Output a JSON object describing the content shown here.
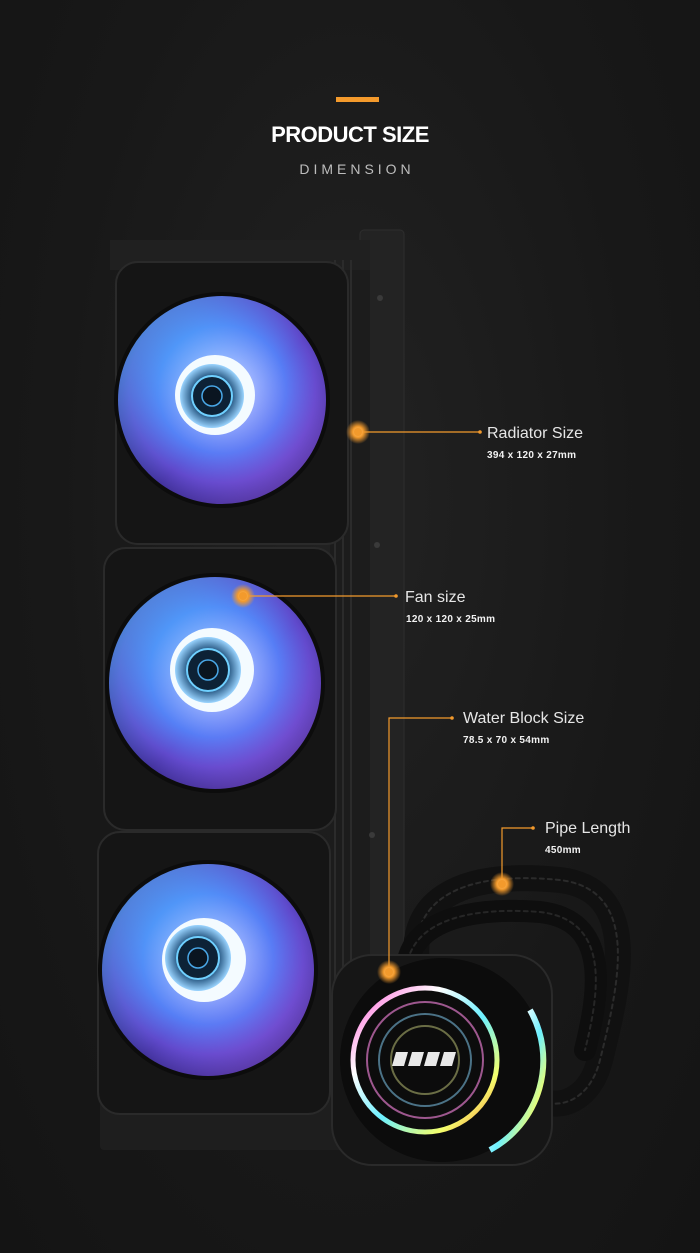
{
  "header": {
    "title": "PRODUCT SIZE",
    "subtitle": "DIMENSION",
    "accent_color": "#f39a2c"
  },
  "specs": [
    {
      "label": "Radiator Size",
      "value": "394 x 120 x 27mm"
    },
    {
      "label": "Fan size",
      "value": "120 x 120 x 25mm"
    },
    {
      "label": "Water Block Size",
      "value": "78.5 x 70 x 54mm"
    },
    {
      "label": "Pipe Length",
      "value": "450mm"
    }
  ]
}
